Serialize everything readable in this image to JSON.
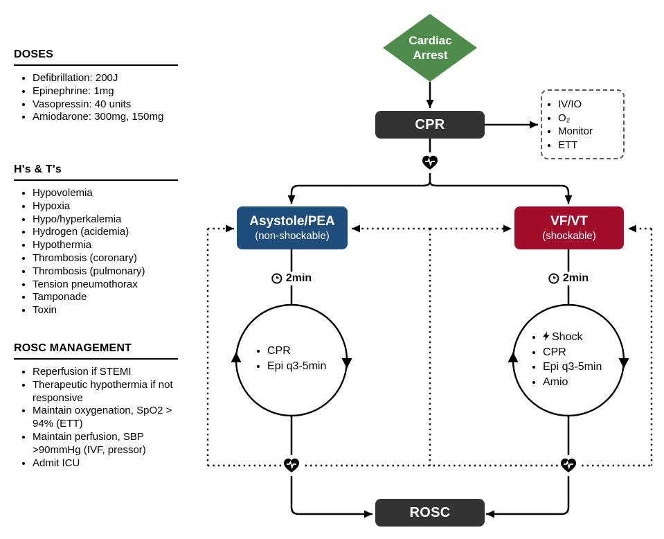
{
  "sidebar": {
    "doses": {
      "title": "DOSES",
      "items": [
        "Defibrillation: 200J",
        "Epinephrine: 1mg",
        "Vasopressin: 40 units",
        "Amiodarone: 300mg, 150mg"
      ]
    },
    "hs_and_ts": {
      "title": "H's & T's",
      "items": [
        "Hypovolemia",
        "Hypoxia",
        "Hypo/hyperkalemia",
        "Hydrogen (acidemia)",
        "Hypothermia",
        "Thrombosis (coronary)",
        "Thrombosis (pulmonary)",
        "Tension pneumothorax",
        "Tamponade",
        "Toxin"
      ]
    },
    "rosc_management": {
      "title": "ROSC MANAGEMENT",
      "items": [
        "Reperfusion if STEMI",
        "Therapeutic hypothermia if not responsive",
        "Maintain oxygenation, SpO2 > 94% (ETT)",
        "Maintain perfusion, SBP >90mmHg (IVF, pressor)",
        "Admit ICU"
      ]
    }
  },
  "flowchart": {
    "start_node": {
      "label": "Cardiac Arrest"
    },
    "cpr_node": {
      "label": "CPR"
    },
    "adjuncts_node": {
      "items": [
        "IV/IO",
        "O₂",
        "Monitor",
        "ETT"
      ]
    },
    "nonshockable_node": {
      "title": "Asystole/PEA",
      "subtitle": "(non-shockable)"
    },
    "shockable_node": {
      "title": "VF/VT",
      "subtitle": "(shockable)"
    },
    "cycle_time_label": "2min",
    "nonshockable_loop": {
      "items": [
        "CPR",
        "Epi q3-5min"
      ]
    },
    "shockable_loop": {
      "items": [
        "Shock",
        "CPR",
        "Epi q3-5min",
        "Amio"
      ]
    },
    "rosc_node": {
      "label": "ROSC"
    }
  },
  "icons": {
    "heart_pulse": "heart-pulse-icon",
    "clock": "clock-icon",
    "lightning": "lightning-bolt-icon"
  },
  "colors": {
    "start_green": "#4D8C4A",
    "process_dark": "#333333",
    "nonshockable_blue": "#1F4E7C",
    "shockable_red": "#A10D2B"
  }
}
